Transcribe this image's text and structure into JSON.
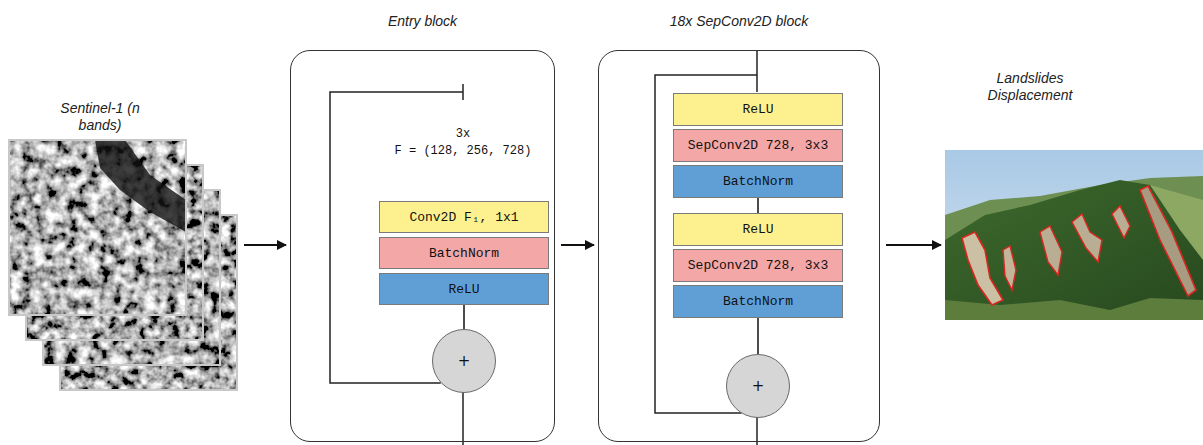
{
  "diagram": {
    "nodes": [
      {
        "text": [
          "Sentinel-1 (n bands)"
        ]
      },
      {
        "text": [
          "Entry block"
        ]
      },
      {
        "text": [
          "Conv2D F₁, 1x1"
        ],
        "in": 1
      },
      {
        "text": [
          "BatchNorm"
        ],
        "in": 1
      },
      {
        "text": [
          "ReLU"
        ],
        "in": 1
      },
      {
        "text": [
          "+"
        ],
        "in": 1
      },
      {
        "text": [
          "18x SepConv2D block"
        ]
      },
      {
        "text": [
          "ReLU"
        ],
        "in": 6
      },
      {
        "text": [
          "SepConv2D 728, 3x3"
        ],
        "in": 6
      },
      {
        "text": [
          "BatchNorm"
        ],
        "in": 6
      },
      {
        "text": [
          "ReLU"
        ],
        "in": 6
      },
      {
        "text": [
          "SepConv2D 728, 3x3"
        ],
        "in": 6
      },
      {
        "text": [
          "BatchNorm"
        ],
        "in": 6
      },
      {
        "text": [
          "+"
        ],
        "in": 6
      },
      {
        "text": [
          "Landslides Displacement"
        ]
      }
    ],
    "edges": [
      {
        "from": 0,
        "to": 1,
        "arrow": "to"
      },
      {
        "from": 1,
        "to": 6,
        "arrow": "to"
      },
      {
        "from": 6,
        "to": 14,
        "arrow": "to"
      },
      {
        "from": 4,
        "to": 5,
        "arrow": "none"
      },
      {
        "from": 9,
        "to": 10,
        "arrow": "none"
      },
      {
        "from": 12,
        "to": 13,
        "arrow": "none"
      }
    ],
    "labels": [
      "3x",
      "F = (128, 256, 728)"
    ]
  }
}
